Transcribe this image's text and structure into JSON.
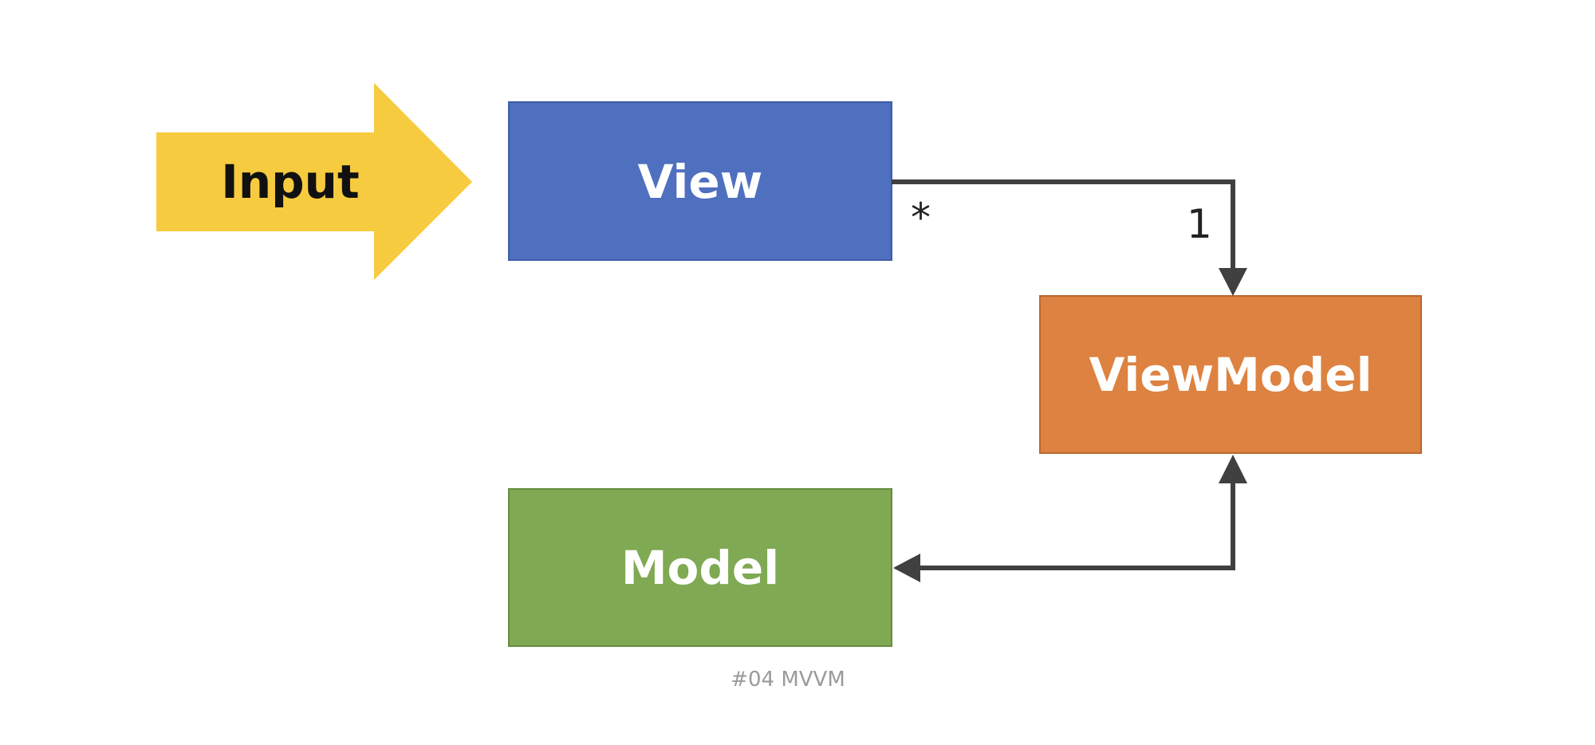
{
  "input_arrow": {
    "label": "Input",
    "color": "#F7CB3F"
  },
  "nodes": {
    "view": {
      "label": "View",
      "color": "#4F6FBF"
    },
    "viewmodel": {
      "label": "ViewModel",
      "color": "#DD8241"
    },
    "model": {
      "label": "Model",
      "color": "#7FA953"
    }
  },
  "connectors": {
    "view_to_viewmodel": {
      "from_multiplicity": "*",
      "to_multiplicity": "1"
    },
    "model_viewmodel": {
      "bidirectional": true
    }
  },
  "caption": "#04 MVVM"
}
